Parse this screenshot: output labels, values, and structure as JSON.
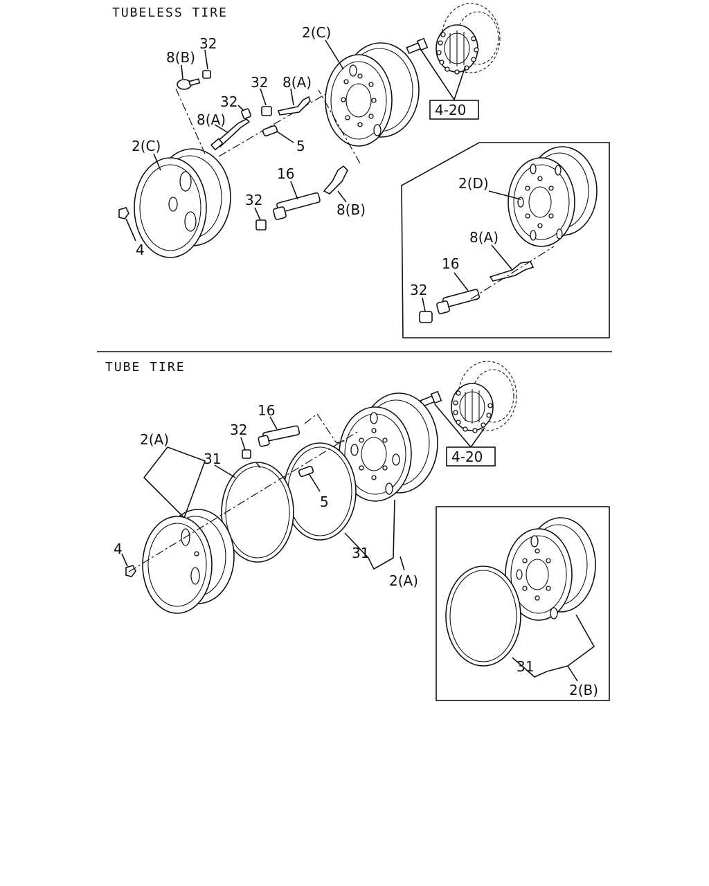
{
  "sections": {
    "tubeless": {
      "title": "TUBELESS TIRE"
    },
    "tube": {
      "title": "TUBE TIRE"
    }
  },
  "labels": {
    "tl_8b_top": "8(B)",
    "tl_32_top": "32",
    "tl_2c_top": "2(C)",
    "tl_32_mid": "32",
    "tl_8a_mid": "8(A)",
    "tl_32_left": "32",
    "tl_8a_left": "8(A)",
    "tl_2c_left": "2(C)",
    "tl_5": "5",
    "tl_16": "16",
    "tl_32_low": "32",
    "tl_8b_low": "8(B)",
    "tl_4": "4",
    "tl_ref_4_20": "4-20",
    "inset1_2d": "2(D)",
    "inset1_8a": "8(A)",
    "inset1_16": "16",
    "inset1_32": "32",
    "tt_16": "16",
    "tt_32": "32",
    "tt_2a_top": "2(A)",
    "tt_31_top": "31",
    "tt_5": "5",
    "tt_4": "4",
    "tt_31_low": "31",
    "tt_2a_low": "2(A)",
    "tt_ref_4_20": "4-20",
    "inset2_31": "31",
    "inset2_2b": "2(B)"
  }
}
